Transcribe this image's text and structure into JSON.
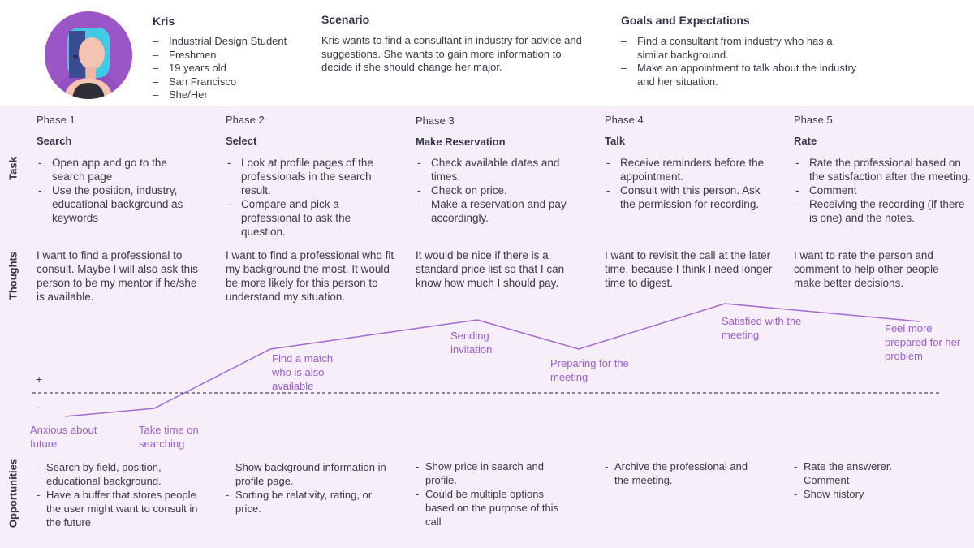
{
  "persona": {
    "name": "Kris",
    "details": [
      "Industrial Design Student",
      "Freshmen",
      "19 years old",
      "San Francisco",
      "She/Her"
    ]
  },
  "scenario": {
    "title": "Scenario",
    "text": "Kris wants to find a consultant in industry for advice and suggestions. She wants to gain more information to decide if she should change her major."
  },
  "goals": {
    "title": "Goals and Expectations",
    "items": [
      "Find a consultant from industry who has a similar background.",
      "Make an appointment to talk about the industry and her situation."
    ]
  },
  "row_labels": {
    "task": "Task",
    "thoughts": "Thoughts",
    "opportunities": "Opportunities"
  },
  "phases": [
    {
      "phase": "Phase 1",
      "stage": "Search",
      "tasks": [
        "Open app and go to the search page",
        "Use the position, industry, educational background as keywords"
      ],
      "thought": "I want to find a professional to consult. Maybe I will also ask this person to be my mentor if he/she is available.",
      "opportunities": [
        "Search by field, position, educational background.",
        "Have a buffer that stores people the user might want to consult in the future"
      ]
    },
    {
      "phase": "Phase 2",
      "stage": "Select",
      "tasks": [
        "Look at profile pages of the professionals in the search result.",
        "Compare and pick a professional to ask the question."
      ],
      "thought": "I want to find a professional who fit my background the most. It would be more likely for this person to understand my situation.",
      "opportunities": [
        "Show background information in profile page.",
        "Sorting be relativity, rating, or price."
      ]
    },
    {
      "phase": "Phase 3",
      "stage": "Make Reservation",
      "tasks": [
        "Check available dates and times.",
        "Check on price.",
        "Make a reservation and pay accordingly."
      ],
      "thought": "It would be nice if there is a standard price list so that I can know how much I should pay.",
      "opportunities": [
        "Show price in search and profile.",
        "Could be multiple options based on the purpose of this call"
      ]
    },
    {
      "phase": "Phase 4",
      "stage": "Talk",
      "tasks": [
        "Receive reminders before the appointment.",
        "Consult with this person. Ask the permission for recording."
      ],
      "thought": "I want to revisit the call at the later time, because I think I need longer time to digest.",
      "opportunities": [
        "Archive the professional and the meeting."
      ]
    },
    {
      "phase": "Phase 5",
      "stage": "Rate",
      "tasks": [
        "Rate the professional based on the satisfaction after the meeting.",
        "Comment",
        "Receiving the recording (if there is one) and the notes."
      ],
      "thought": "I want to rate the person and comment to help other people make better decisions.",
      "opportunities": [
        "Rate the answerer.",
        "Comment",
        "Show history"
      ]
    }
  ],
  "emotion": {
    "plus": "+",
    "minus": "-",
    "labels": [
      "Anxious about future",
      "Take time on searching",
      "Find a match who is also available",
      "Sending invitation",
      "Preparing for the meeting",
      "Satisfied with the meeting",
      "Feel more prepared for her problem"
    ],
    "colors": {
      "line": "#a46ad0",
      "text": "#9b5fc9",
      "band": "#f6eef8",
      "avatar": "#9a56c6"
    }
  }
}
